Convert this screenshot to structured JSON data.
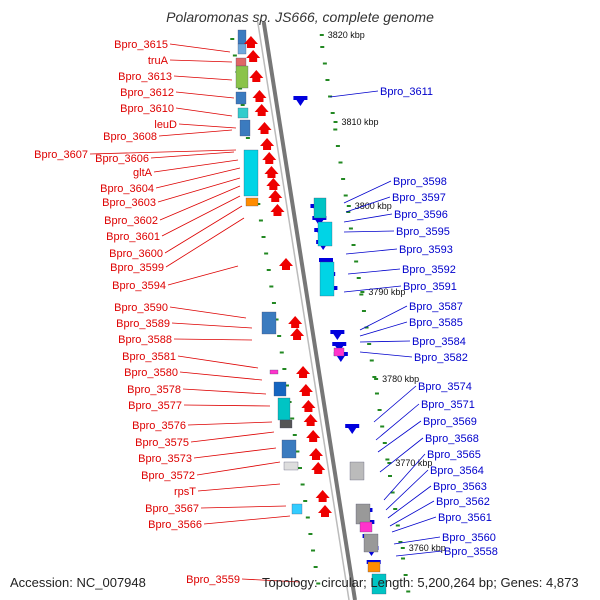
{
  "title": "Polaromonas sp. JS666, complete genome",
  "footer": {
    "accession": "Accession: NC_007948",
    "summary": "Topology: circular; Length: 5,200,264 bp; Genes: 4,873"
  },
  "colors": {
    "left_label": "#dd0000",
    "right_label": "#0000cc",
    "axis": "#777777",
    "tick": "#228822"
  },
  "scale_labels": [
    "3820 kbp",
    "3810 kbp",
    "3800 kbp",
    "3790 kbp",
    "3780 kbp",
    "3770 kbp",
    "3760 kbp"
  ],
  "left_genes": [
    "Bpro_3615",
    "truA",
    "Bpro_3613",
    "Bpro_3612",
    "Bpro_3610",
    "leuD",
    "Bpro_3608",
    "Bpro_3607",
    "Bpro_3606",
    "gltA",
    "Bpro_3604",
    "Bpro_3603",
    "Bpro_3602",
    "Bpro_3601",
    "Bpro_3600",
    "Bpro_3599",
    "Bpro_3594",
    "Bpro_3590",
    "Bpro_3589",
    "Bpro_3588",
    "Bpro_3581",
    "Bpro_3580",
    "Bpro_3578",
    "Bpro_3577",
    "Bpro_3576",
    "Bpro_3575",
    "Bpro_3573",
    "Bpro_3572",
    "rpsT",
    "Bpro_3567",
    "Bpro_3566",
    "Bpro_3559"
  ],
  "right_genes": [
    "Bpro_3611",
    "Bpro_3598",
    "Bpro_3597",
    "Bpro_3596",
    "Bpro_3595",
    "Bpro_3593",
    "Bpro_3592",
    "Bpro_3591",
    "Bpro_3587",
    "Bpro_3585",
    "Bpro_3584",
    "Bpro_3582",
    "Bpro_3574",
    "Bpro_3571",
    "Bpro_3569",
    "Bpro_3568",
    "Bpro_3565",
    "Bpro_3564",
    "Bpro_3563",
    "Bpro_3562",
    "Bpro_3561",
    "Bpro_3560",
    "Bpro_3558"
  ]
}
